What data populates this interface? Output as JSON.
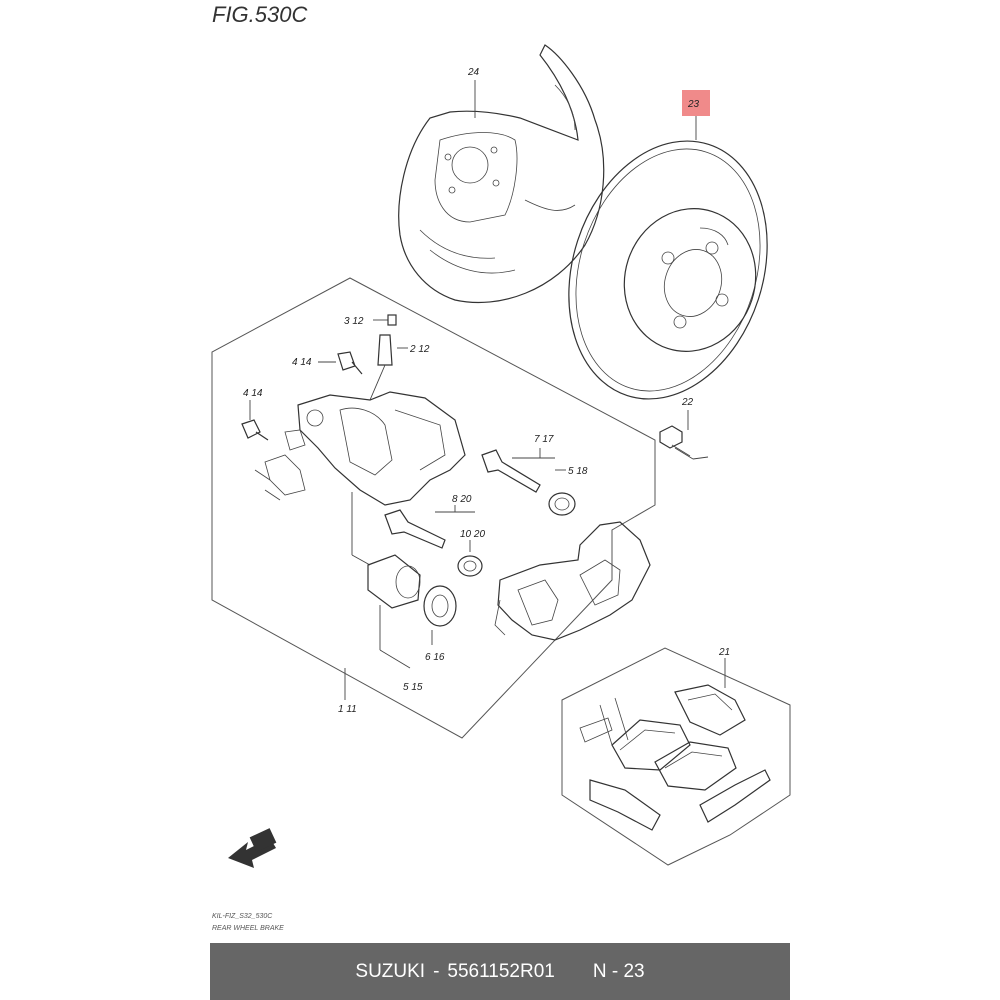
{
  "figure": {
    "title": "FIG.530C",
    "callouts": {
      "c24": "24",
      "c23": "23",
      "c3_12": "3 12",
      "c2_12": "2 12",
      "c4_14a": "4 14",
      "c4_14b": "4 14",
      "c7_17": "7 17",
      "c5_18": "5 18",
      "c22": "22",
      "c8_20": "8 20",
      "c10_20": "10 20",
      "c6_16": "6 16",
      "c5_15": "5 15",
      "c1_11": "1 11",
      "c21": "21"
    },
    "note_line1": "KIL-FIZ_S32_530C",
    "note_line2": "REAR WHEEL BRAKE",
    "highlight_color": "#f08a8a"
  },
  "footer": {
    "brand": "SUZUKI",
    "separator": "-",
    "part_number": "5561152R01",
    "page_ref": "N - 23",
    "background": "#666666"
  }
}
